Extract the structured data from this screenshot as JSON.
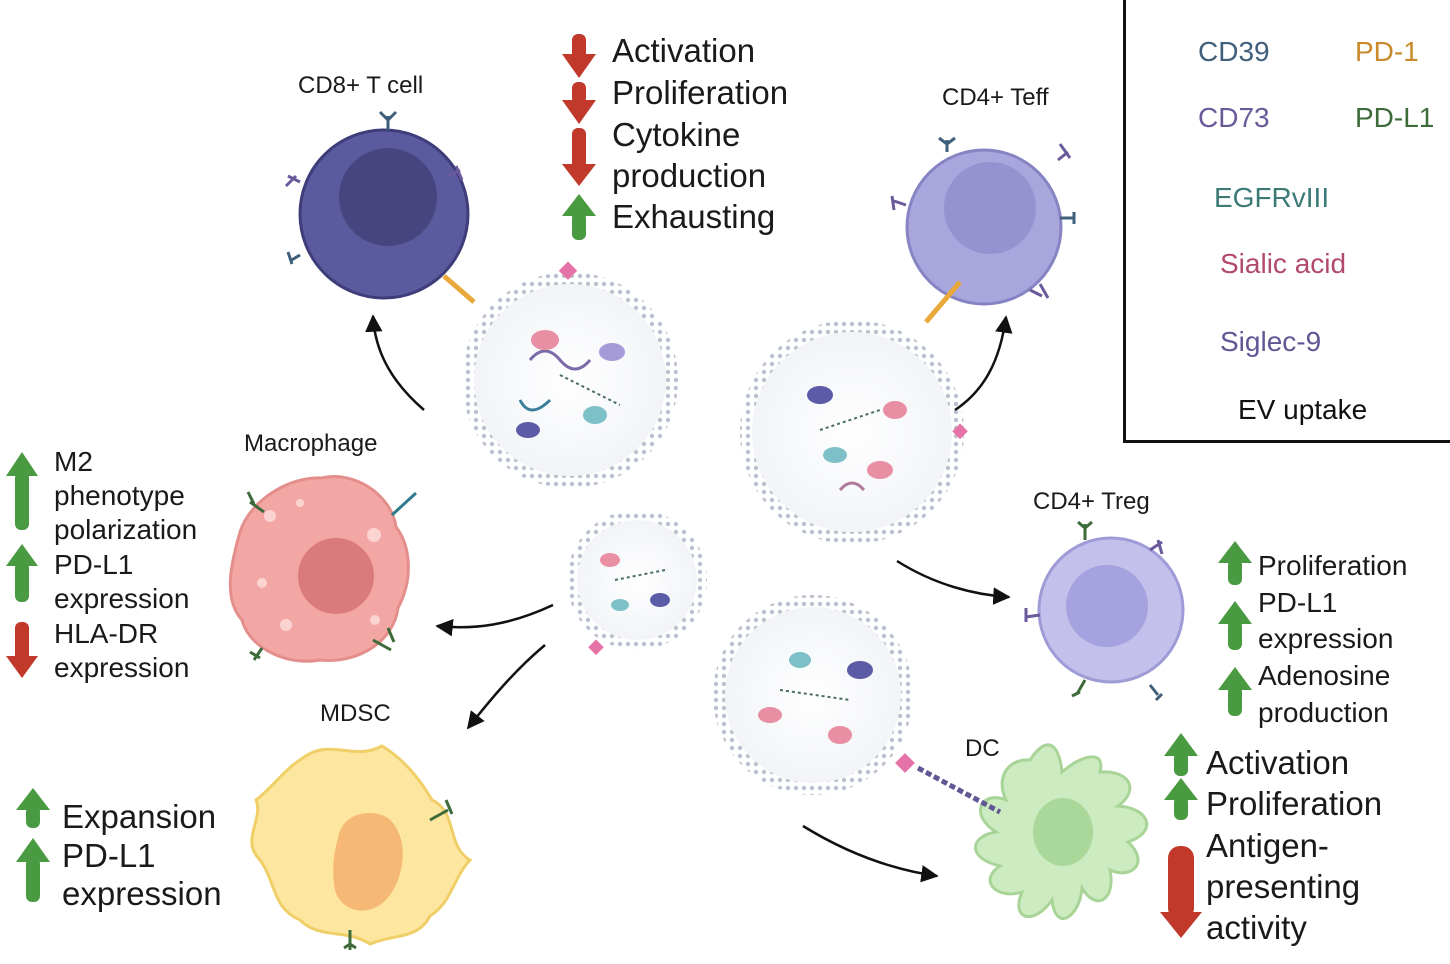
{
  "cells": {
    "cd8": "CD8+ T cell",
    "cd4_teff": "CD4+ Teff",
    "macrophage": "Macrophage",
    "mdsc": "MDSC",
    "cd4_treg": "CD4+ Treg",
    "dc": "DC"
  },
  "effects": {
    "tcell": [
      "Activation",
      "Proliferation",
      "Cytokine",
      "production",
      "Exhausting"
    ],
    "macrophage": [
      "M2",
      "phenotype",
      "polarization",
      "PD-L1",
      "expression",
      "HLA-DR",
      "expression"
    ],
    "mdsc": [
      "Expansion",
      "PD-L1",
      "expression"
    ],
    "treg": [
      "Proliferation",
      "PD-L1",
      "expression",
      "Adenosine",
      "production"
    ],
    "dc": [
      "Activation",
      "Proliferation",
      "Antigen-",
      "presenting",
      "activity"
    ]
  },
  "legend": {
    "cd39": "CD39",
    "pd1": "PD-1",
    "cd73": "CD73",
    "pdl1": "PD-L1",
    "egfrviii": "EGFRvIII",
    "sialic": "Sialic acid",
    "siglec": "Siglec-9",
    "uptake": "EV uptake"
  },
  "colors": {
    "up_arrow": "#4a9a42",
    "down_arrow": "#c0392b",
    "cd8_cell": "#5b5a9e",
    "teff_cell": "#a8a6dc",
    "macrophage_cell": "#f3a7a5",
    "mdsc_cell": "#fde7a0",
    "treg_cell": "#c3c1ec",
    "dc_cell": "#cdebc0",
    "cd39_text": "#3f5f7a",
    "pd1_text": "#c88a2a",
    "cd73_text": "#6a5a9a",
    "pdl1_text": "#3e6b3a",
    "egfr_text": "#3c7a78",
    "sialic_text": "#b24a6a",
    "siglec_text": "#5f5894"
  }
}
